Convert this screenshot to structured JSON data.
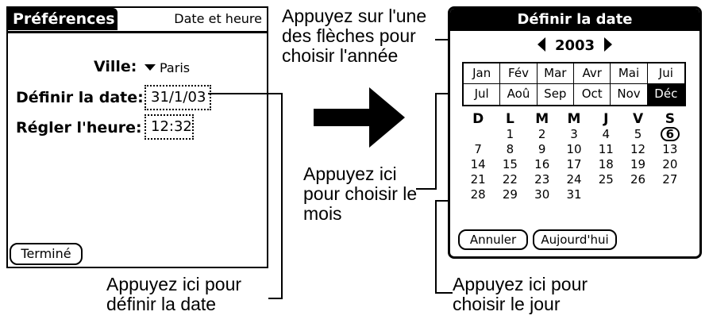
{
  "pref": {
    "tab_title": "Préférences",
    "category": "Date et heure",
    "ville_label": "Ville:",
    "ville_value": "Paris",
    "date_label": "Définir la date:",
    "date_value": "31/1/03",
    "heure_label": "Régler l'heure:",
    "heure_value": "12:32",
    "done_label": "Terminé"
  },
  "callouts": {
    "annee": "Appuyez sur l'une des flèches pour choisir l'année",
    "mois": "Appuyez ici pour choisir le mois",
    "date": "Appuyez ici pour définir la date",
    "jour": "Appuyez ici pour choisir le jour"
  },
  "dialog": {
    "title": "Définir la date",
    "year": "2003",
    "months": [
      "Jan",
      "Fév",
      "Mar",
      "Avr",
      "Mai",
      "Jui",
      "Jul",
      "Aoû",
      "Sep",
      "Oct",
      "Nov",
      "Déc"
    ],
    "selected_month": "Déc",
    "weekdays": [
      "D",
      "L",
      "M",
      "M",
      "J",
      "V",
      "S"
    ],
    "days": [
      "",
      "1",
      "2",
      "3",
      "4",
      "5",
      "6",
      "7",
      "8",
      "9",
      "10",
      "11",
      "12",
      "13",
      "14",
      "15",
      "16",
      "17",
      "18",
      "19",
      "20",
      "21",
      "22",
      "23",
      "24",
      "25",
      "26",
      "27",
      "28",
      "29",
      "30",
      "31",
      "",
      "",
      ""
    ],
    "selected_day": "6",
    "cancel_label": "Annuler",
    "today_label": "Aujourd'hui"
  }
}
